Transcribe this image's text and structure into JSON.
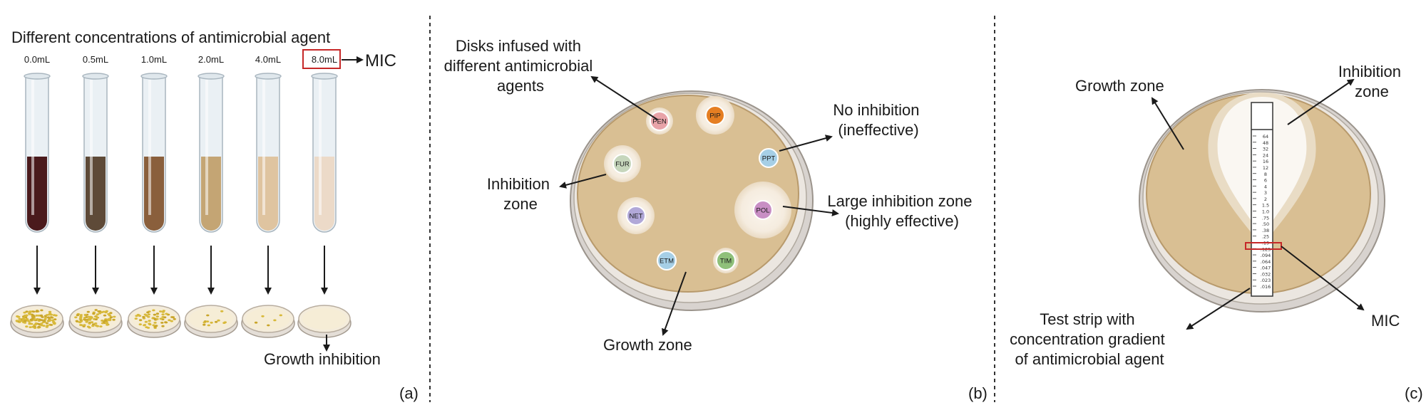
{
  "panel_a": {
    "title": "Different concentrations of antimicrobial agent",
    "tubes": [
      {
        "label": "0.0mL",
        "color": "#4a1a1c"
      },
      {
        "label": "0.5mL",
        "color": "#5e4a38"
      },
      {
        "label": "1.0mL",
        "color": "#8a5f3c"
      },
      {
        "label": "2.0mL",
        "color": "#c4a574"
      },
      {
        "label": "4.0mL",
        "color": "#dfc4a0"
      },
      {
        "label": "8.0mL",
        "color": "#ecdac8"
      }
    ],
    "mic_label": "MIC",
    "growth_inhibition": "Growth inhibition",
    "panel_tag": "(a)"
  },
  "panel_b": {
    "disks_label": [
      "Disks infused with",
      "different antimicrobial",
      "agents"
    ],
    "no_inhibition": [
      "No inhibition",
      "(ineffective)"
    ],
    "inhibition_zone": [
      "Inhibition",
      "zone"
    ],
    "large_zone": [
      "Large inhibition zone",
      "(highly effective)"
    ],
    "growth_zone": "Growth zone",
    "disks": [
      {
        "label": "PEN",
        "color": "#e8a3a8"
      },
      {
        "label": "PIP",
        "color": "#e57e22"
      },
      {
        "label": "FUR",
        "color": "#c6d6bc"
      },
      {
        "label": "PPT",
        "color": "#a6cfe6"
      },
      {
        "label": "NET",
        "color": "#b1a8d8"
      },
      {
        "label": "POL",
        "color": "#c88ec4"
      },
      {
        "label": "ETM",
        "color": "#a6cfe6"
      },
      {
        "label": "TIM",
        "color": "#8fc07a"
      }
    ],
    "panel_tag": "(b)"
  },
  "panel_c": {
    "growth_zone": "Growth zone",
    "inhibition_zone": [
      "Inhibition",
      "zone"
    ],
    "mic_label": "MIC",
    "strip_label": [
      "Test strip with",
      "concentration gradient",
      "of antimicrobial agent"
    ],
    "strip_ticks": [
      "64",
      "48",
      "32",
      "24",
      "16",
      "12",
      "8",
      "6",
      "4",
      "3",
      "2",
      "1.5",
      "1.0",
      ".75",
      ".50",
      ".38",
      ".25",
      ".19",
      ".125",
      ".094",
      ".064",
      ".047",
      ".032",
      ".023",
      ".016"
    ],
    "panel_tag": "(c)"
  },
  "colors": {
    "agar": "#d9bf93",
    "agar_edge": "#b89a6c",
    "mic_box": "#c62828"
  }
}
